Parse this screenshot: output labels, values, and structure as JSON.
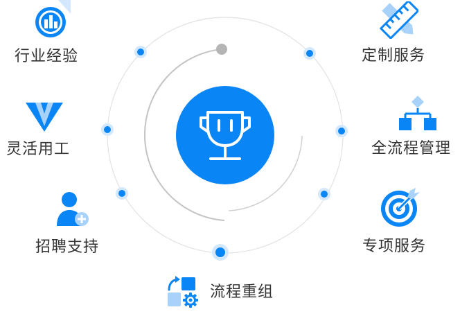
{
  "colors": {
    "primary": "#0a85f5",
    "light": "#a9d2fb",
    "dot_halo": "#d4e8fd",
    "ring": "#e2e2e2",
    "arc": "#c4c4c4",
    "text": "#333333"
  },
  "center": {
    "icon": "trophy-icon"
  },
  "features": [
    {
      "id": "industry-experience",
      "label": "行业经验",
      "icon": "bar-chart-icon"
    },
    {
      "id": "flexible-employment",
      "label": "灵活用工",
      "icon": "diamond-icon"
    },
    {
      "id": "recruitment-support",
      "label": "招聘支持",
      "icon": "user-add-icon"
    },
    {
      "id": "process-reorganization",
      "label": "流程重组",
      "icon": "process-gear-icon"
    },
    {
      "id": "custom-service",
      "label": "定制服务",
      "icon": "ruler-pencil-icon"
    },
    {
      "id": "full-process-management",
      "label": "全流程管理",
      "icon": "org-chart-icon"
    },
    {
      "id": "project-service",
      "label": "专项服务",
      "icon": "target-icon"
    }
  ]
}
